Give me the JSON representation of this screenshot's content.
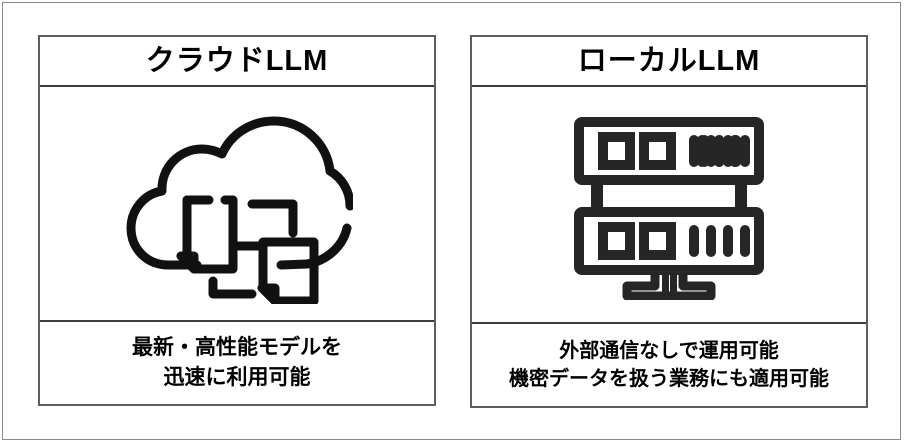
{
  "page": {
    "border_color": "#8a8a8a",
    "background": "#ffffff",
    "panel_border_color": "#5d5d5d",
    "divider_color": "#3c3c3c",
    "icon_color": "#1d1d1d",
    "text_color": "#000000"
  },
  "panels": [
    {
      "id": "cloud-llm",
      "title": "クラウドLLM",
      "icon": "cloud-documents-icon",
      "caption_lines": [
        "最新・高性能モデルを",
        "迅速に利用可能"
      ]
    },
    {
      "id": "local-llm",
      "title": "ローカルLLM",
      "icon": "server-rack-icon",
      "caption_lines": [
        "外部通信なしで運用可能",
        "機密データを扱う業務にも適用可能"
      ]
    }
  ]
}
